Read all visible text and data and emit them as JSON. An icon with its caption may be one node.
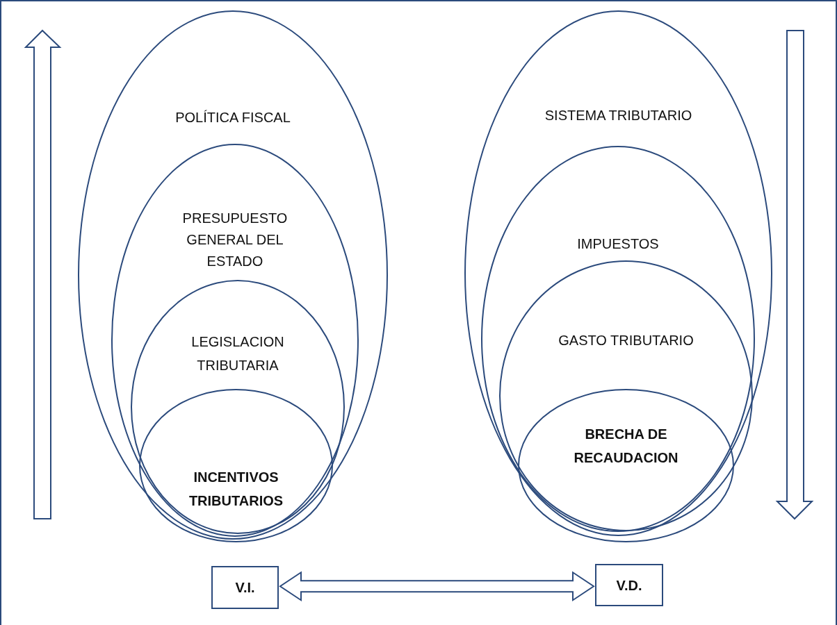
{
  "diagram": {
    "nodes": [
      {
        "text": [
          "POLÍTICA FISCAL"
        ]
      },
      {
        "text": [
          "PRESUPUESTO GENERAL DEL ESTADO"
        ],
        "in": 0
      },
      {
        "text": [
          "LEGISLACION TRIBUTARIA"
        ],
        "in": 1
      },
      {
        "text": [
          "INCENTIVOS TRIBUTARIOS"
        ],
        "in": 2
      },
      {
        "text": [
          "SISTEMA TRIBUTARIO"
        ]
      },
      {
        "text": [
          "IMPUESTOS"
        ],
        "in": 4
      },
      {
        "text": [
          "GASTO TRIBUTARIO"
        ],
        "in": 5
      },
      {
        "text": [
          "BRECHA DE RECAUDACION"
        ],
        "in": 6
      },
      {
        "text": [
          "V.I."
        ]
      },
      {
        "text": [
          "V.D."
        ]
      }
    ],
    "edges": [
      {
        "from": 8,
        "to": 9,
        "arrow": "both"
      }
    ]
  }
}
